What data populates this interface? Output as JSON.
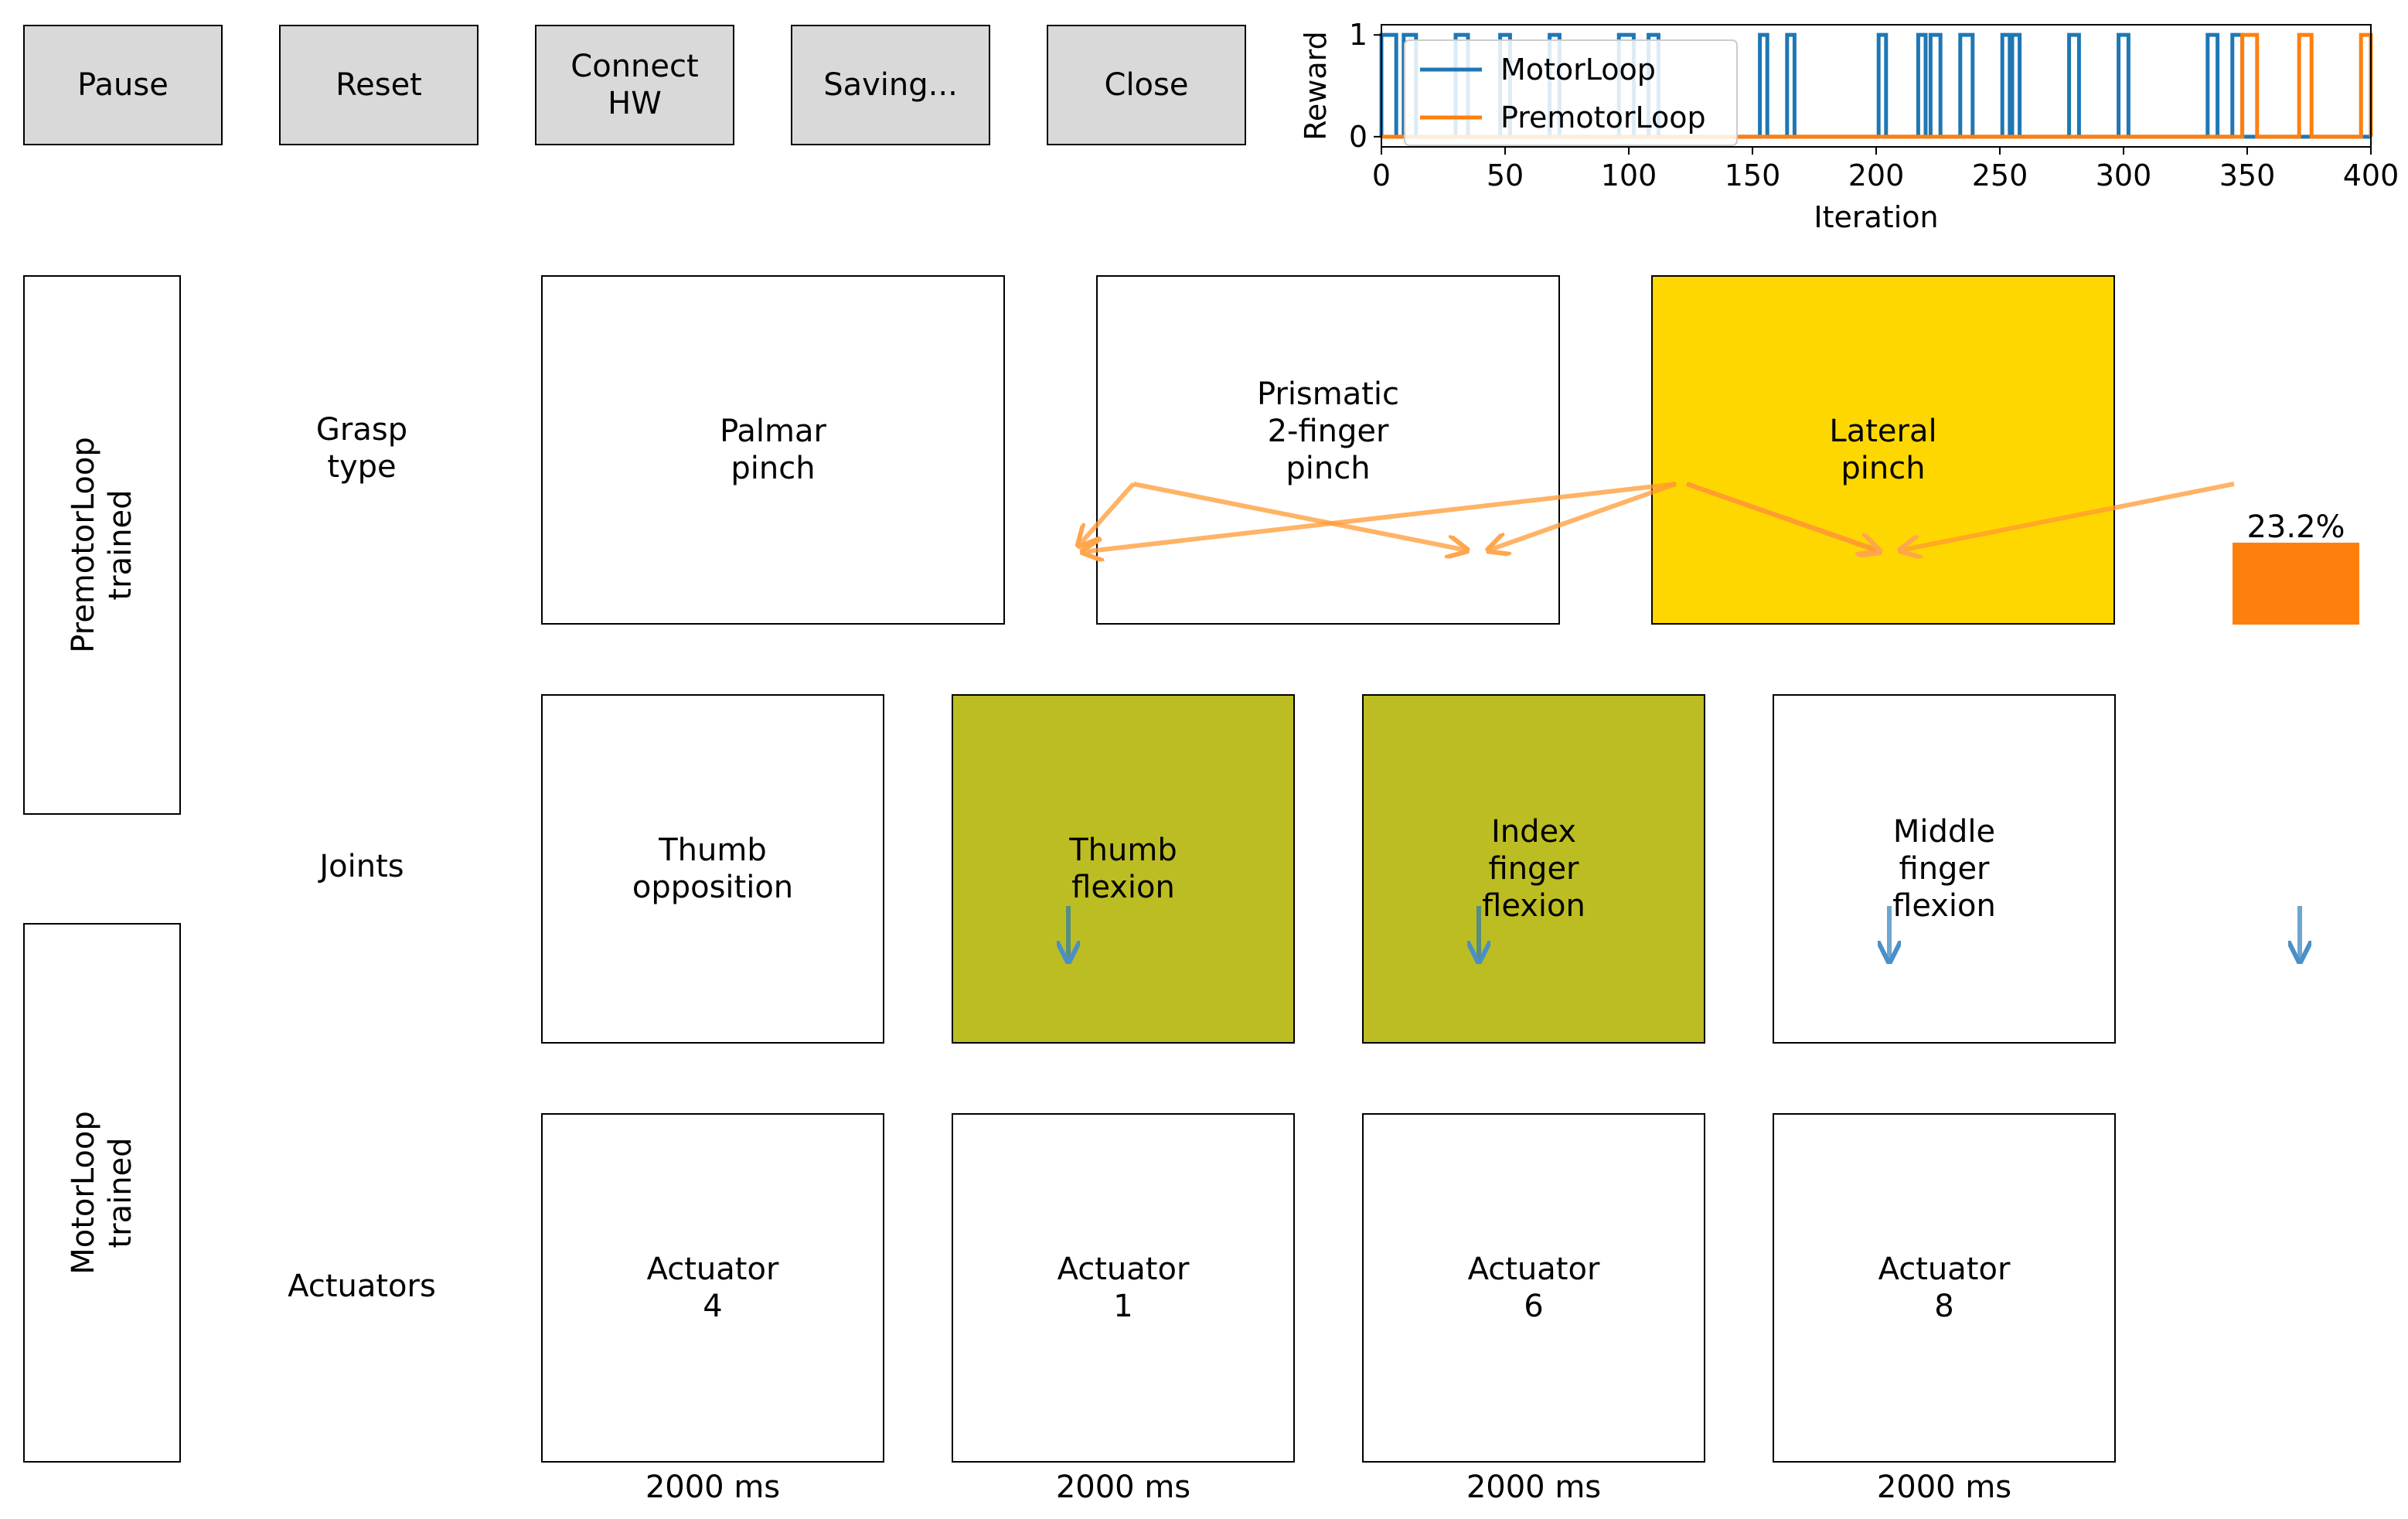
{
  "toolbar": {
    "pause": "Pause",
    "reset": "Reset",
    "connect": "Connect\nHW",
    "saving": "Saving...",
    "close": "Close"
  },
  "side_labels": {
    "premotor": "PremotorLoop\ntrained",
    "motor": "MotorLoop\ntrained"
  },
  "row_labels": {
    "grasp": "Grasp\ntype",
    "joints": "Joints",
    "actuators": "Actuators"
  },
  "grasp_types": [
    {
      "label": "Palmar\npinch",
      "active": false
    },
    {
      "label": "Prismatic\n2-finger\npinch",
      "active": false
    },
    {
      "label": "Lateral\npinch",
      "active": true
    }
  ],
  "joints": [
    {
      "label": "Thumb\nopposition",
      "active": false
    },
    {
      "label": "Thumb\nflexion",
      "active": true
    },
    {
      "label": "Index\nfinger\nflexion",
      "active": true
    },
    {
      "label": "Middle\nfinger\nflexion",
      "active": false
    }
  ],
  "actuators": [
    {
      "label": "Actuator\n4",
      "duration": "2000 ms"
    },
    {
      "label": "Actuator\n1",
      "duration": "2000 ms"
    },
    {
      "label": "Actuator\n6",
      "duration": "2000 ms"
    },
    {
      "label": "Actuator\n8",
      "duration": "2000 ms"
    }
  ],
  "progress": {
    "label": "23.2%",
    "value": 0.232
  },
  "colors": {
    "grasp_active": "#ffd700",
    "joint_active": "#bcbd22",
    "motor_series": "#1f77b4",
    "premotor_series": "#ff7f0e",
    "button_bg": "#d9d9d9"
  },
  "chart_data": {
    "type": "line",
    "xlabel": "Iteration",
    "ylabel": "Reward",
    "xlim": [
      0,
      400
    ],
    "ylim": [
      -0.1,
      1.1
    ],
    "xticks": [
      0,
      50,
      100,
      150,
      200,
      250,
      300,
      350,
      400
    ],
    "yticks": [
      0,
      1
    ],
    "legend": "top-left",
    "series": [
      {
        "name": "MotorLoop",
        "color": "#1f77b4",
        "pulses": [
          [
            0,
            6
          ],
          [
            9,
            14
          ],
          [
            30,
            35
          ],
          [
            48,
            52
          ],
          [
            68,
            72
          ],
          [
            96,
            102
          ],
          [
            108,
            112
          ],
          [
            153,
            156
          ],
          [
            164,
            167
          ],
          [
            201,
            204
          ],
          [
            217,
            220
          ],
          [
            222,
            226
          ],
          [
            234,
            239
          ],
          [
            251,
            254
          ],
          [
            255,
            258
          ],
          [
            278,
            282
          ],
          [
            298,
            302
          ],
          [
            334,
            338
          ],
          [
            344,
            348
          ]
        ]
      },
      {
        "name": "PremotorLoop",
        "color": "#ff7f0e",
        "pulses": [
          [
            348,
            354
          ],
          [
            371,
            376
          ],
          [
            396,
            400
          ]
        ]
      }
    ]
  }
}
